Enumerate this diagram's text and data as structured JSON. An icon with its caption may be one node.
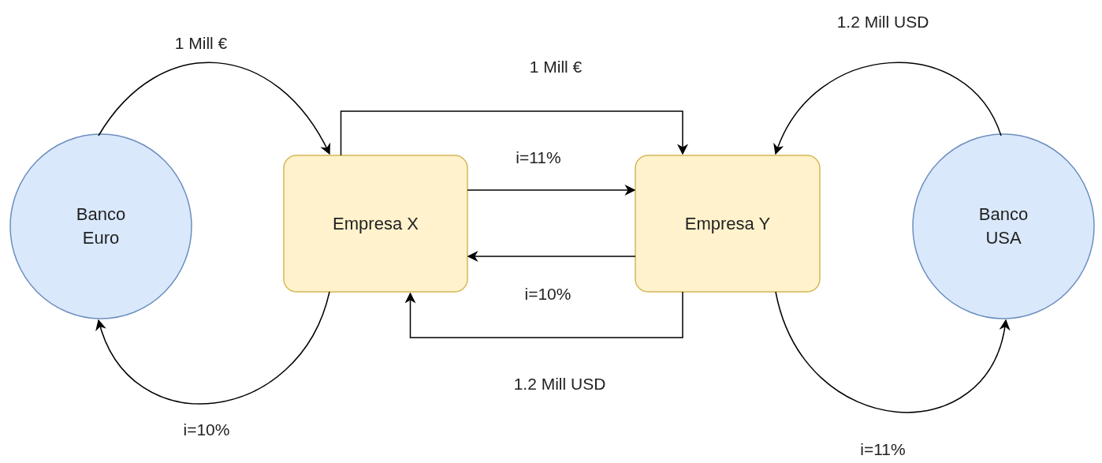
{
  "diagram": {
    "nodes": [
      {
        "text": [
          "Banco Euro"
        ]
      },
      {
        "text": [
          "Empresa X"
        ]
      },
      {
        "text": [
          "Empresa Y"
        ]
      },
      {
        "text": [
          "Banco USA"
        ]
      }
    ],
    "edges": [
      {
        "from": 0,
        "to": 1,
        "arrow": "to",
        "label": "1 Mill €"
      },
      {
        "from": 1,
        "to": 0,
        "arrow": "to",
        "label": "i=10%"
      },
      {
        "from": 1,
        "to": 2,
        "arrow": "to",
        "label": "1 Mill €"
      },
      {
        "from": 1,
        "to": 2,
        "arrow": "to",
        "label": "i=11%"
      },
      {
        "from": 2,
        "to": 1,
        "arrow": "to",
        "label": "i=10%"
      },
      {
        "from": 2,
        "to": 1,
        "arrow": "to",
        "label": "1.2 Mill USD"
      },
      {
        "from": 3,
        "to": 2,
        "arrow": "to",
        "label": "1.2 Mill USD"
      },
      {
        "from": 2,
        "to": 3,
        "arrow": "to",
        "label": "i=11%"
      }
    ]
  }
}
